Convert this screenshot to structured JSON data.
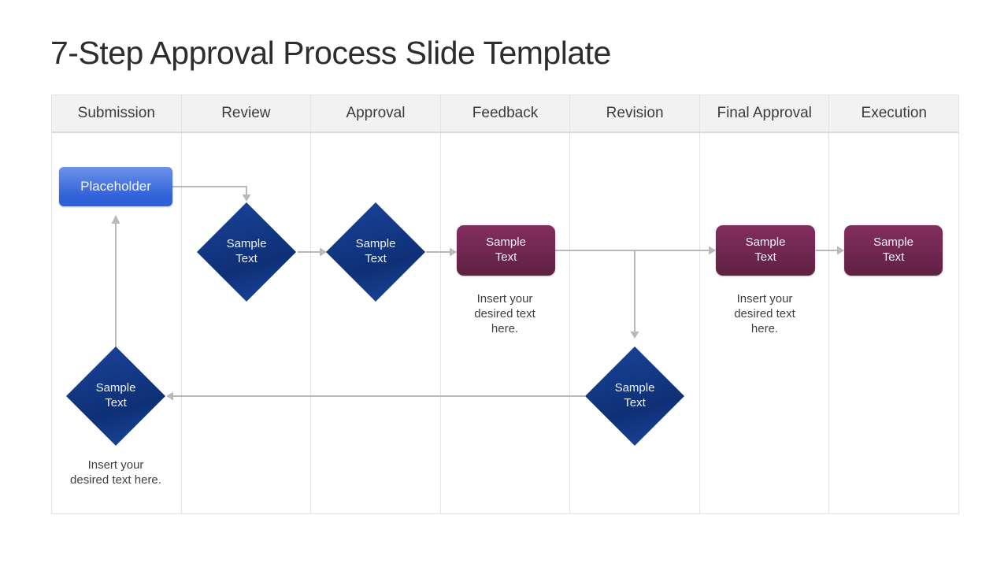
{
  "slide": {
    "title": "7-Step Approval Process Slide Template"
  },
  "columns": [
    "Submission",
    "Review",
    "Approval",
    "Feedback",
    "Revision",
    "Final Approval",
    "Execution"
  ],
  "shapes": {
    "placeholder": "Placeholder",
    "review": "Sample\nText",
    "approval": "Sample\nText",
    "feedback": "Sample\nText",
    "revision": "Sample\nText",
    "final_approval": "Sample\nText",
    "execution": "Sample\nText",
    "submission_return": "Sample\nText"
  },
  "captions": {
    "feedback": "Insert your\ndesired text\nhere.",
    "final_approval": "Insert your\ndesired text\nhere.",
    "submission": "Insert your\ndesired text here."
  },
  "colors": {
    "accent_blue_top": "#6d92ea",
    "accent_blue_bottom": "#3060d8",
    "diamond_navy_top": "#1a449a",
    "diamond_navy_bottom": "#0e3076",
    "purple_top": "#842e5f",
    "purple_bottom": "#5e2143",
    "connector_gray": "#b9b9b9",
    "header_bg": "#f2f2f2",
    "grid_line": "#e3e3e3",
    "title_text": "#2d2d2d",
    "caption_text": "#3f3f3f",
    "header_text": "#3b3b3b"
  }
}
